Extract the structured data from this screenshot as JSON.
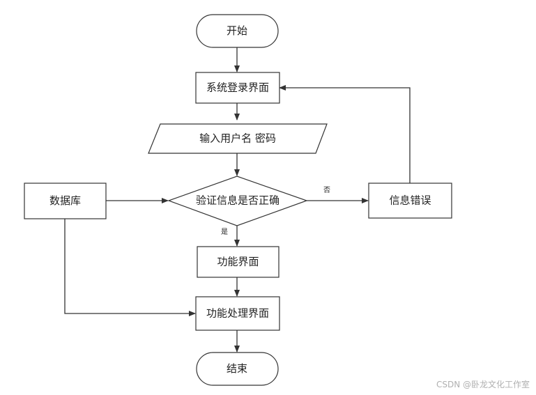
{
  "nodes": {
    "start": "开始",
    "login": "系统登录界面",
    "input": "输入用户名 密码",
    "database": "数据库",
    "verify": "验证信息是否正确",
    "error": "信息错误",
    "function_ui": "功能界面",
    "function_process": "功能处理界面",
    "end": "结束"
  },
  "edge_labels": {
    "no": "否",
    "yes": "是"
  },
  "watermark": "CSDN @卧龙文化工作室",
  "colors": {
    "stroke": "#333333",
    "fill": "#ffffff",
    "watermark": "#b0b0b0"
  }
}
